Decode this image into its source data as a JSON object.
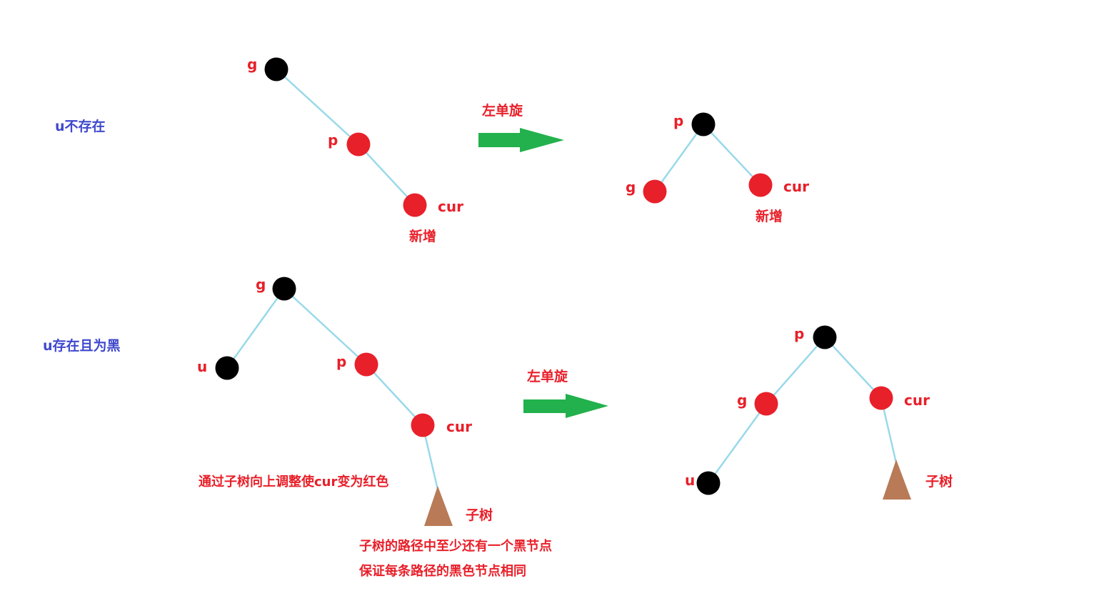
{
  "colors": {
    "red": "#e8202a",
    "blue": "#3f48cc",
    "black": "#000000",
    "edge": "#99d9ea",
    "arrow": "#22b14c",
    "subtree": "#b97a57"
  },
  "case1": {
    "condition": "u不存在",
    "before": {
      "g": "g",
      "p": "p",
      "cur": "cur",
      "new_node": "新增"
    },
    "rotation": "左单旋",
    "after": {
      "p": "p",
      "g": "g",
      "cur": "cur",
      "new_node": "新增"
    }
  },
  "case2": {
    "condition": "u存在且为黑",
    "before": {
      "g": "g",
      "u": "u",
      "p": "p",
      "cur": "cur",
      "subtree": "子树",
      "note": "通过子树向上调整使cur变为红色",
      "subtree_note_1": "子树的路径中至少还有一个黑节点",
      "subtree_note_2": "保证每条路径的黑色节点相同"
    },
    "rotation": "左单旋",
    "after": {
      "p": "p",
      "g": "g",
      "cur": "cur",
      "u": "u",
      "subtree": "子树"
    }
  }
}
